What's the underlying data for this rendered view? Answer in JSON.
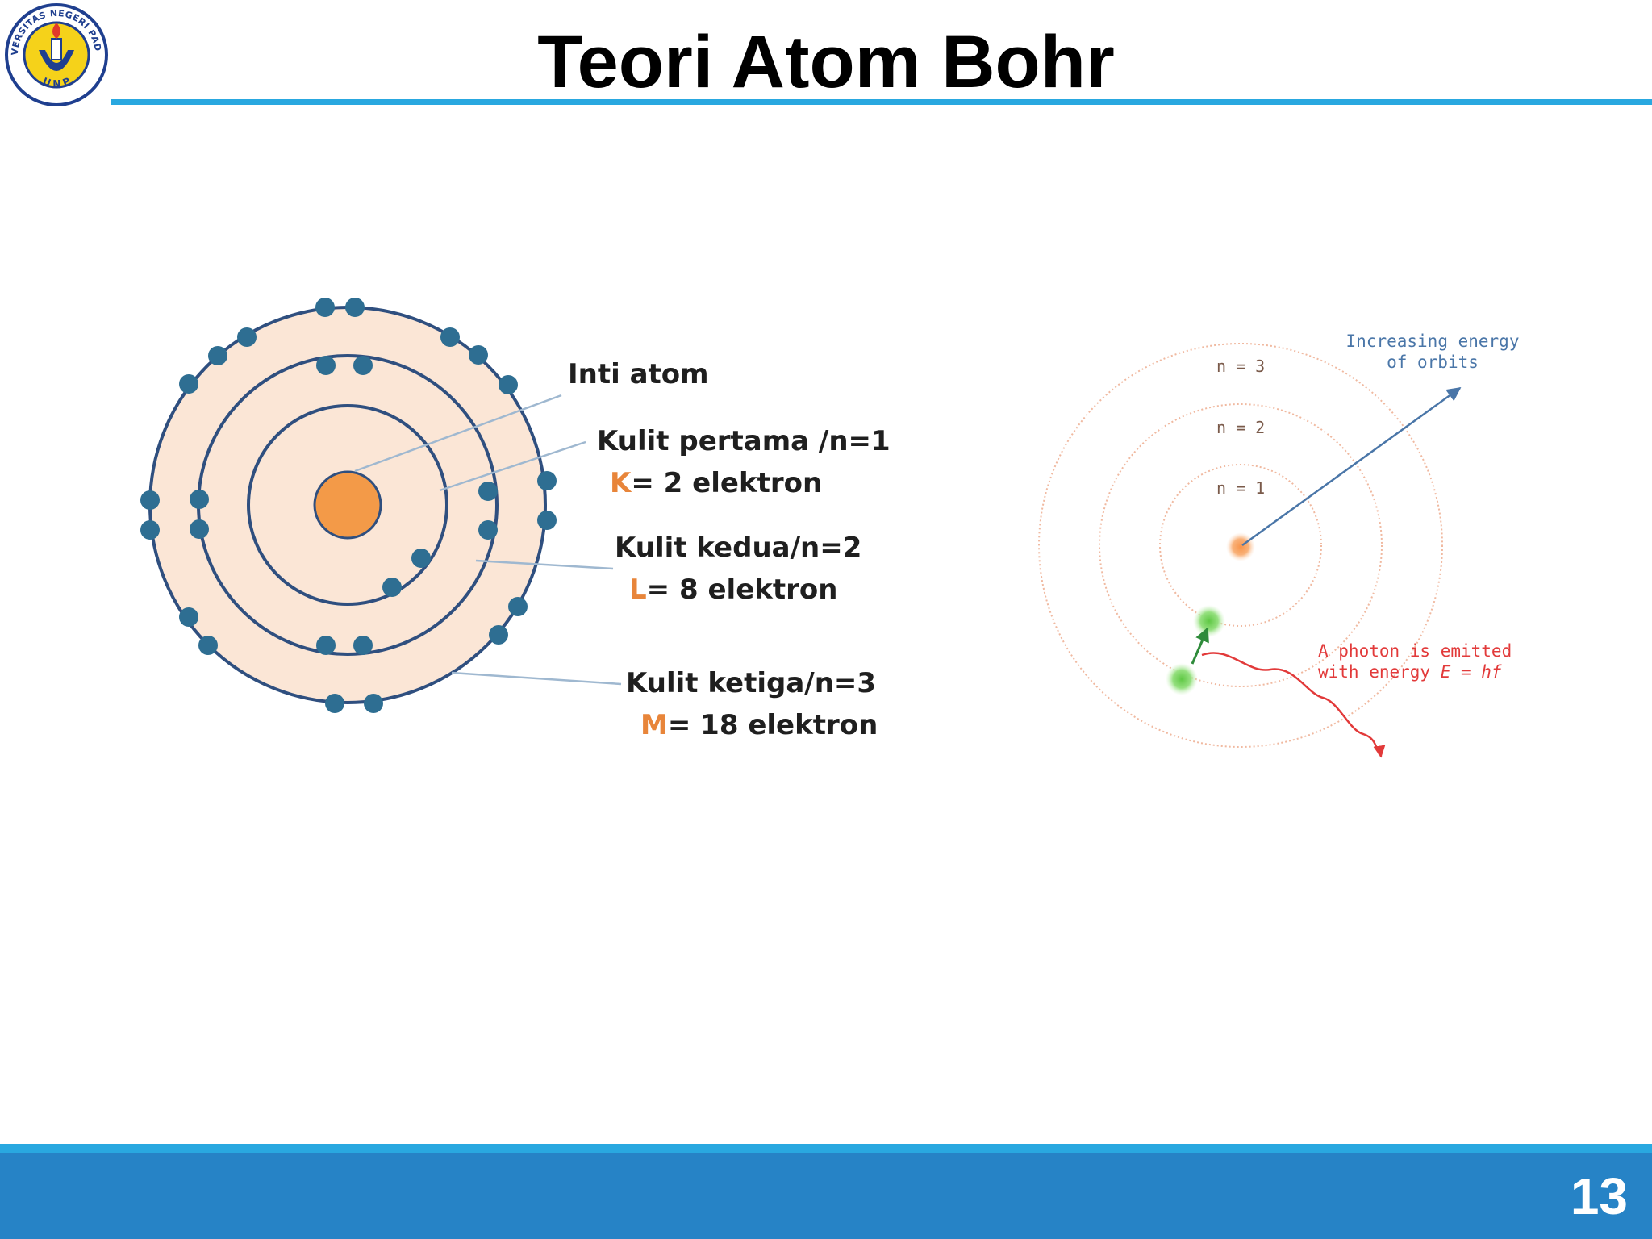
{
  "slide": {
    "title": "Teori Atom Bohr",
    "page_number": "13"
  },
  "logo": {
    "ring_text_top": "UNIVERSITAS NEGERI PADANG",
    "ring_text_bottom": "U N P",
    "colors": {
      "ring": "#1f3f8f",
      "fill": "#f5d21a",
      "flame": "#e23a2a"
    }
  },
  "shell_diagram": {
    "labels": {
      "nucleus": "Inti atom",
      "shell1_name": "Kulit pertama /n=1",
      "shell1_letter": "K",
      "shell1_count": "= 2 elektron",
      "shell2_name": "Kulit kedua/n=2",
      "shell2_letter": "L",
      "shell2_count": "=  8 elektron",
      "shell3_name": "Kulit ketiga/n=3",
      "shell3_letter": "M",
      "shell3_count": "=  18 elektron"
    },
    "colors": {
      "disc": "#fbe6d6",
      "orbit": "#2f4f7f",
      "nucleus": "#f39a48",
      "electron": "#2e6e92",
      "leader": "#9fb8d0",
      "shell_letter": "#e8853a",
      "text": "#1f1f1f"
    }
  },
  "energy_diagram": {
    "orbit_labels": [
      "n = 1",
      "n = 2",
      "n = 3"
    ],
    "energy_label_line1": "Increasing energy",
    "energy_label_line2": "of orbits",
    "photon_label_line1": "A photon is emitted",
    "photon_label_line2": "with energy ",
    "photon_formula": "E = hf",
    "colors": {
      "orbit": "#f0b9a0",
      "nucleus": "#f7944a",
      "electron": "#8ee07a",
      "arrow": "#4a76a8",
      "photon": "#e23a3a",
      "jump": "#2e8b3a"
    }
  }
}
